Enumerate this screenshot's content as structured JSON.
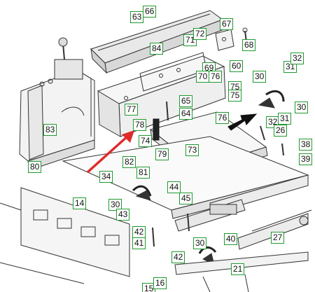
{
  "callouts": [
    {
      "id": "63",
      "text": "63"
    },
    {
      "id": "66",
      "text": "66"
    },
    {
      "id": "67",
      "text": "67"
    },
    {
      "id": "68",
      "text": "68"
    },
    {
      "id": "71",
      "text": "71"
    },
    {
      "id": "72",
      "text": "72"
    },
    {
      "id": "84",
      "text": "84"
    },
    {
      "id": "60",
      "text": "60"
    },
    {
      "id": "69",
      "text": "69"
    },
    {
      "id": "70",
      "text": "70"
    },
    {
      "id": "76a",
      "text": "76"
    },
    {
      "id": "75a",
      "text": "75"
    },
    {
      "id": "75b",
      "text": "75"
    },
    {
      "id": "65",
      "text": "65"
    },
    {
      "id": "64",
      "text": "64"
    },
    {
      "id": "77",
      "text": "77"
    },
    {
      "id": "76b",
      "text": "76"
    },
    {
      "id": "83",
      "text": "83"
    },
    {
      "id": "78",
      "text": "78"
    },
    {
      "id": "74",
      "text": "74"
    },
    {
      "id": "79",
      "text": "79"
    },
    {
      "id": "73",
      "text": "73"
    },
    {
      "id": "82",
      "text": "82"
    },
    {
      "id": "81",
      "text": "81"
    },
    {
      "id": "80",
      "text": "80"
    },
    {
      "id": "34",
      "text": "34"
    },
    {
      "id": "30a",
      "text": "30"
    },
    {
      "id": "31a",
      "text": "31"
    },
    {
      "id": "32a",
      "text": "32"
    },
    {
      "id": "30b",
      "text": "30"
    },
    {
      "id": "32b",
      "text": "32"
    },
    {
      "id": "31b",
      "text": "31"
    },
    {
      "id": "26",
      "text": "26"
    },
    {
      "id": "38",
      "text": "38"
    },
    {
      "id": "39",
      "text": "39"
    },
    {
      "id": "44",
      "text": "44"
    },
    {
      "id": "45",
      "text": "45"
    },
    {
      "id": "30c",
      "text": "30"
    },
    {
      "id": "43",
      "text": "43"
    },
    {
      "id": "14",
      "text": "14"
    },
    {
      "id": "42a",
      "text": "42"
    },
    {
      "id": "41",
      "text": "41"
    },
    {
      "id": "42b",
      "text": "42"
    },
    {
      "id": "30d",
      "text": "30"
    },
    {
      "id": "40",
      "text": "40"
    },
    {
      "id": "27",
      "text": "27"
    },
    {
      "id": "21",
      "text": "21"
    },
    {
      "id": "15",
      "text": "15"
    },
    {
      "id": "16",
      "text": "16"
    }
  ],
  "colors": {
    "callout_border": "#1e9a2e",
    "pointer_arrow": "#e02a2a",
    "direction_arrow": "#111111",
    "line_art": "#333333"
  },
  "icons": {
    "pointer": "red-pointer-arrow-icon",
    "direction": "black-direction-arrow-icon",
    "rotation": "rotation-arrow-icon"
  }
}
